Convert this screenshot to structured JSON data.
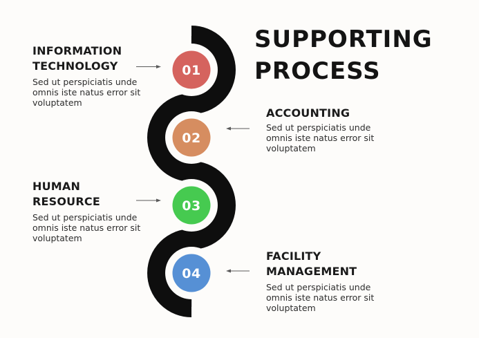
{
  "title": {
    "line1": "SUPPORTING",
    "line2": "PROCESS"
  },
  "colors": {
    "background": "#fdfcfa",
    "snake": "#0e0e0e",
    "center_line": "#bdbdbd",
    "connector": "#5a5a5a",
    "heading_text": "#1a1a1a",
    "body_text": "#2d2d2d",
    "number_text": "#ffffff"
  },
  "steps": [
    {
      "number": "01",
      "heading": "INFORMATION TECHNOLOGY",
      "body": "Sed ut perspiciatis unde omnis iste natus error sit voluptatem",
      "circle_color": "#d5635e",
      "side": "left"
    },
    {
      "number": "02",
      "heading": "ACCOUNTING",
      "body": "Sed ut perspiciatis unde omnis iste natus error sit voluptatem",
      "circle_color": "#d68d60",
      "side": "right"
    },
    {
      "number": "03",
      "heading": "HUMAN RESOURCE",
      "body": "Sed ut perspiciatis unde omnis iste natus error sit voluptatem",
      "circle_color": "#46ca50",
      "side": "left"
    },
    {
      "number": "04",
      "heading": "FACILITY MANAGEMENT",
      "body": "Sed ut perspiciatis unde omnis iste natus error sit voluptatem",
      "circle_color": "#5690d5",
      "side": "right"
    }
  ]
}
